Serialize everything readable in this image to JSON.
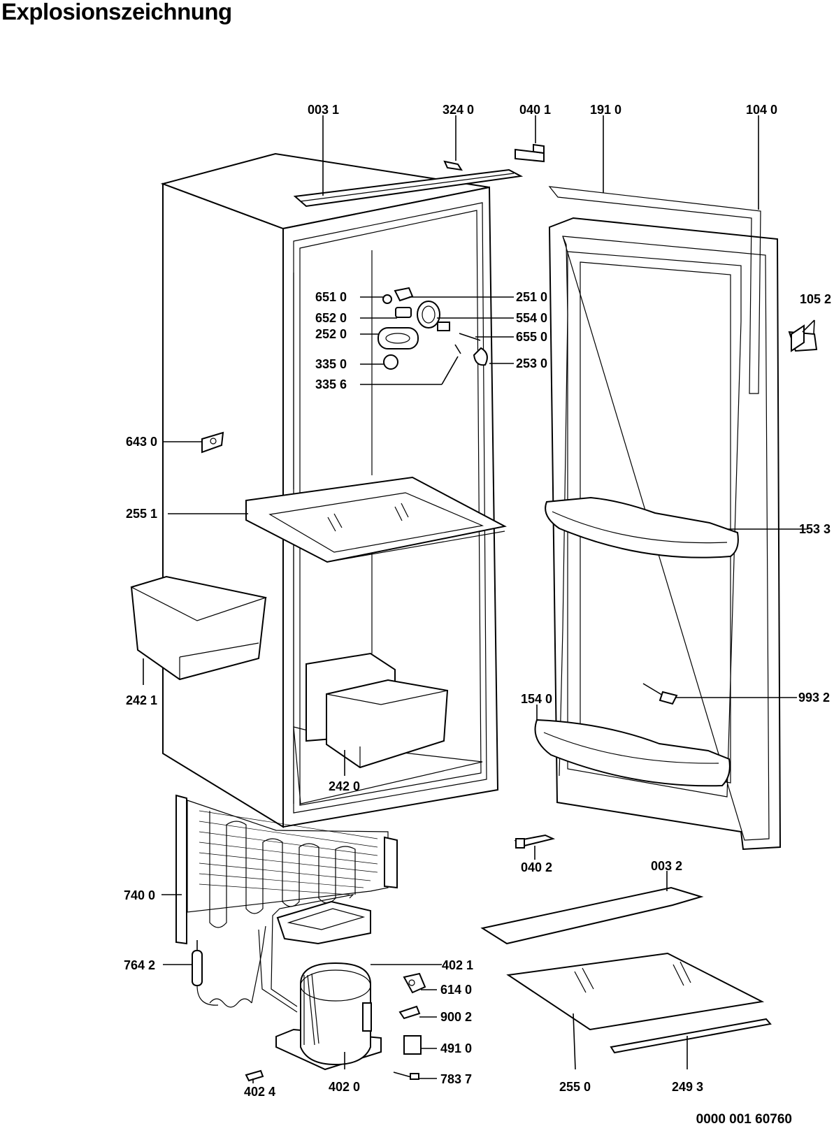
{
  "header": {
    "title": "Explosionszeichnung"
  },
  "footer": {
    "document_number": "0000 001 60760"
  },
  "parts": [
    "003 1",
    "324 0",
    "040 1",
    "191 0",
    "104 0",
    "651 0",
    "652 0",
    "252 0",
    "335 0",
    "335 6",
    "251 0",
    "554 0",
    "655 0",
    "253 0",
    "105 2",
    "643 0",
    "255 1",
    "153 3",
    "242 1",
    "154 0",
    "993 2",
    "242 0",
    "040 2",
    "003 2",
    "740 0",
    "764 2",
    "402 1",
    "614 0",
    "900 2",
    "491 0",
    "402 4",
    "402 0",
    "783 7",
    "255 0",
    "249 3"
  ]
}
